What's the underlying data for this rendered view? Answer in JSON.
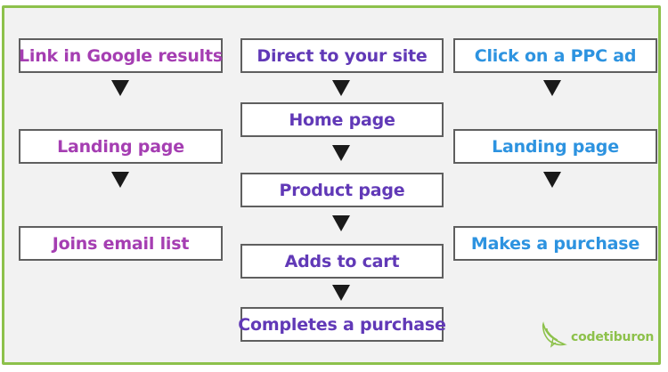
{
  "colors": {
    "left_text": "#a53eb2",
    "middle_text": "#6139b7",
    "right_text": "#2d93e0",
    "box_border": "#5f5f5f",
    "frame_border": "#8dc14b",
    "background": "#f2f2f2",
    "arrow": "#1a1a1a"
  },
  "flows": {
    "left": {
      "steps": [
        "Link in Google results",
        "Landing page",
        "Joins email list"
      ]
    },
    "middle": {
      "steps": [
        "Direct to your site",
        "Home page",
        "Product page",
        "Adds to cart",
        "Completes a purchase"
      ]
    },
    "right": {
      "steps": [
        "Click on a PPC ad",
        "Landing page",
        "Makes a purchase"
      ]
    }
  },
  "logo": {
    "text": "codetiburon",
    "icon": "shark-icon"
  }
}
